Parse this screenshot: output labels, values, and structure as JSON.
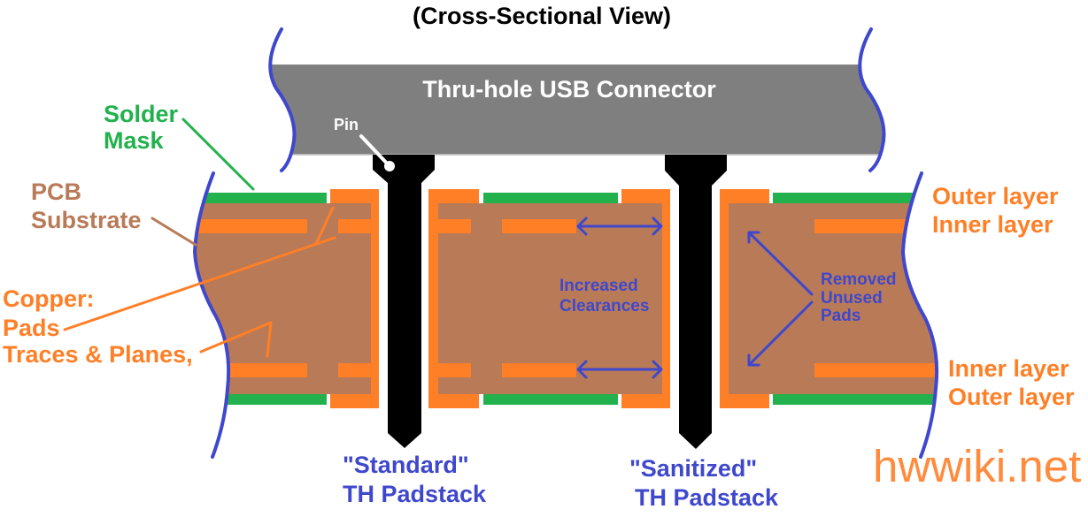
{
  "title": "(Cross-Sectional View)",
  "connector": {
    "label": "Thru-hole USB Connector",
    "pin_label": "Pin"
  },
  "labels": {
    "solder_mask": [
      "Solder",
      "Mask"
    ],
    "pcb_substrate": [
      "PCB",
      "Substrate"
    ],
    "copper": [
      "Copper:",
      "Pads",
      "Traces & Planes,"
    ],
    "increased_clearances": [
      "Increased",
      "Clearances"
    ],
    "removed_unused_pads": [
      "Removed",
      "Unused",
      "Pads"
    ],
    "layers_top": [
      "Outer layer",
      "Inner layer"
    ],
    "layers_bottom": [
      "Inner layer",
      "Outer layer"
    ],
    "standard_padstack": [
      "\"Standard\"",
      "TH Padstack"
    ],
    "sanitized_padstack": [
      "\"Sanitized\"",
      "TH Padstack"
    ]
  },
  "watermark": "hwwiki.net",
  "colors": {
    "connector": "#7F7F7F",
    "connector_text": "#FFFFFF",
    "pin": "#000000",
    "pin_pointer": "#FFFFFF",
    "copper": "#FF7F27",
    "solder_mask": "#22B14C",
    "substrate": "#B97A57",
    "annotation_blue": "#3F48CC",
    "watermark": "#FF8B3D",
    "title": "#000000"
  }
}
